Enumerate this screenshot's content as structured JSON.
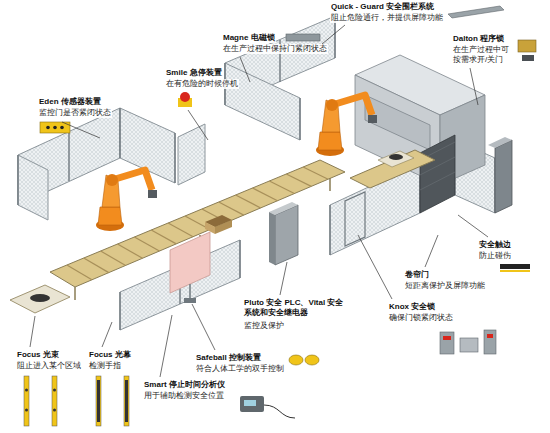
{
  "diagram": {
    "labels": [
      "Quick - Guard 安全围栏系统",
      "阻止危险通行，并提供屏障功能",
      "Magne 电磁锁",
      "在生产过程中保持门紧闭状态",
      "Dalton 程序锁",
      "在生产过程中可 按需求开/关门",
      "Smile 急停装置",
      "在有危险的时候停机",
      "Eden 传感器装置",
      "监控门是否紧闭状态",
      "安全触边",
      "防止碰伤",
      "卷帘门",
      "短距离保护及屏障功能",
      "Knox 安全锁",
      "确保门锁紧闭状态",
      "Pluto 安全 PLC、Vital 安全系统和安全继电器",
      "监控及保护",
      "Safeball 控制装置",
      "符合人体工学的双手控制",
      "Smart 停止时间分析仪",
      "用于辅助检测安全位置",
      "Focus 光幕",
      "检测手指",
      "Focus 光束",
      "阻止进入某个区域"
    ]
  }
}
